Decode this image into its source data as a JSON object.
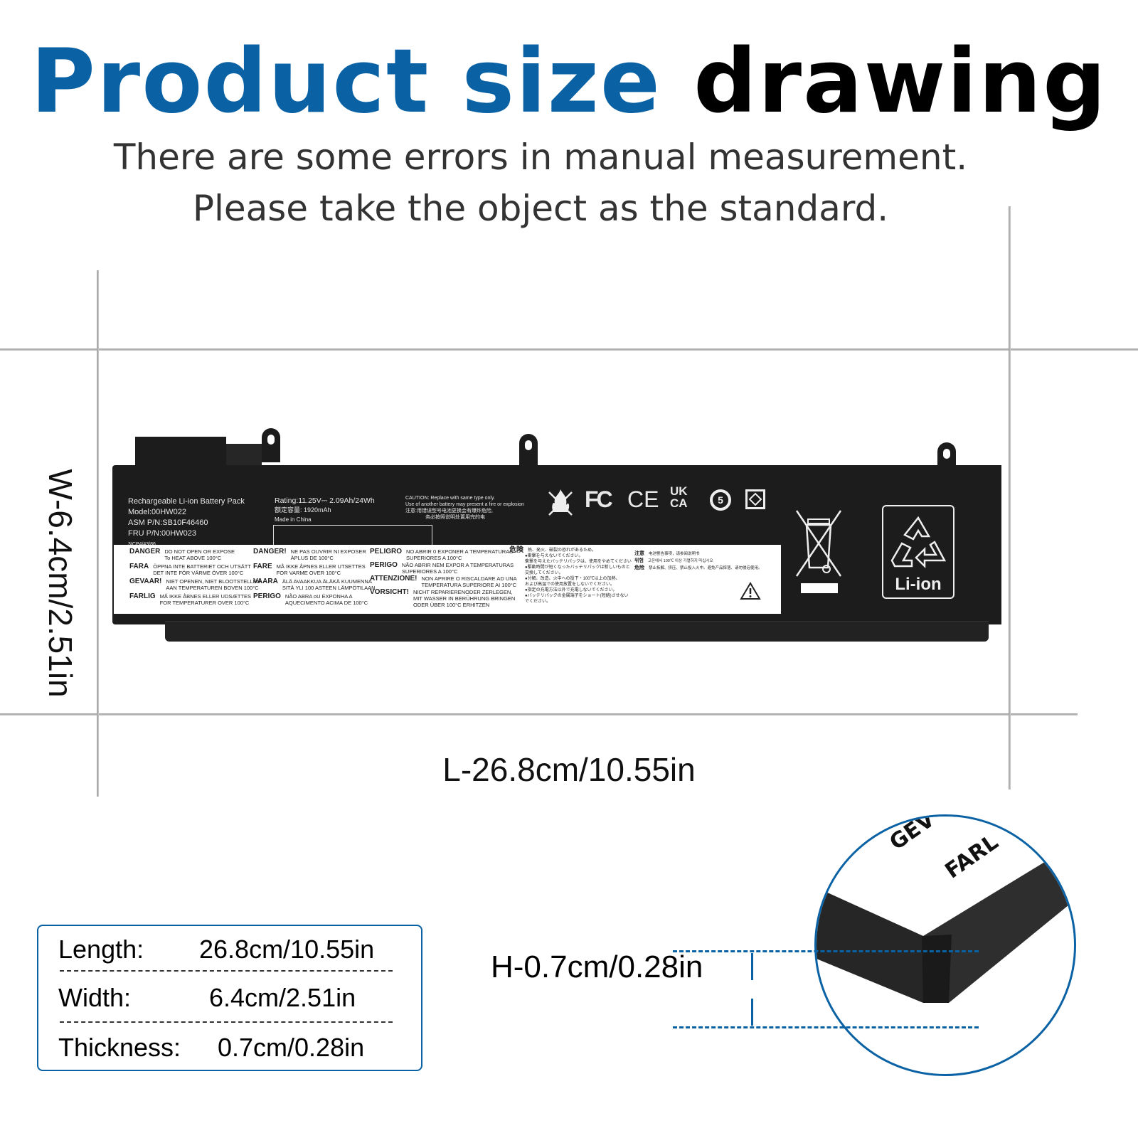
{
  "header": {
    "title_part1": "Product size",
    "title_part2": "drawing",
    "subtitle_line1": "There are some errors in manual measurement.",
    "subtitle_line2": "Please take the object as the standard.",
    "accent_color": "#0a62a5"
  },
  "dimensions": {
    "width_label": "W-6.4cm/2.51in",
    "length_label": "L-26.8cm/10.55in",
    "height_label": "H-0.7cm/0.28in"
  },
  "battery_label": {
    "col1": [
      "Rechargeable Li-ion Battery Pack",
      "Model:00HW022",
      "ASM P/N:SB10F46460",
      "FRU P/N:00HW023",
      "3ICP4/43/86"
    ],
    "col2": [
      "Rating:11.25V⎓ 2.09Ah/24Wh",
      "额定容量: 1920mAh",
      "Made in China"
    ],
    "caution": [
      "CAUTION: Replace with same type only.",
      "Use of another battery may present a fire or explosion",
      "注意:用错误型号电池更换会有爆炸危险,",
      "务必按照说明处置用完的电"
    ],
    "cert_icons": [
      "no-fire-icon",
      "fc-icon",
      "ce-icon",
      "ukca-icon",
      "epup-5-icon",
      "recycle-cn-icon"
    ],
    "cert_text": [
      "FC",
      "CE",
      "UK",
      "CA",
      "5"
    ],
    "li_ion": "Li-ion",
    "warnings": [
      {
        "h": "DANGER",
        "t": [
          "DO NOT OPEN OR EXPOSE",
          "To HEAT ABOVE 100°C"
        ]
      },
      {
        "h": "FARA",
        "t": [
          "ÖPPNA INTE BATTERIET OCH UTSÄTT",
          "DET INTE FÖR VÄRME ÖVER 100°C"
        ]
      },
      {
        "h": "GEVAAR!",
        "t": [
          "NIET OPENEN, NIET BLOOTSTELLEN",
          "AAN TEMPERATUREN BOVEN 100°C"
        ]
      },
      {
        "h": "FARLIG",
        "t": [
          "MÅ IKKE ÅBNES ELLER UDSÆTTES",
          "FOR TEMPERATURER OVER 100°C"
        ]
      },
      {
        "h": "DANGER!",
        "t": [
          "NE PAS OUVRIR NI EXPOSER",
          "ÀPLUS DE 100°C"
        ]
      },
      {
        "h": "FARE",
        "t": [
          "MÅ IKKE ÅPNES ELLER UTSETTES",
          "FOR VARME OVER 100°C"
        ]
      },
      {
        "h": "VAARA",
        "t": [
          "ÄLÄ AVAAKKUA ÄLÄKÄ KUUMENNA",
          "SITÄ YLI 100 ASTEEN LÄMPÖTILAAN"
        ]
      },
      {
        "h": "PERIGO",
        "t": [
          "NÃO ABRA oU EXPONHA A",
          "AQUECIMENTO ACIMA DE 100°C"
        ]
      },
      {
        "h": "PELIGRO",
        "t": [
          "NO ABRIR 0 EXPONER A TEMPERATURAS",
          "SUPERIORES A 100°C"
        ]
      },
      {
        "h": "PERIGO",
        "t": [
          "NÃO ABRIR NEM EXPOR A TEMPERATURAS",
          "SUPERIORES A 100°C"
        ]
      },
      {
        "h": "ATTENZIONE!",
        "t": [
          "NON APRIRE O RISCALDARE AD UNA",
          "TEMPERATURA SUPERIORE AI 100°C"
        ]
      },
      {
        "h": "VORSICHT!",
        "t": [
          "NICHT REPARIERENODER ZERLEGEN,",
          "MIT WASSER IN BERÜHRUNG BRINGEN",
          "ODER ÜBER 100°C ERHITZEN"
        ]
      }
    ],
    "jp_title": "危険",
    "jp_lines": [
      "熱、発火、破裂の恐れがあるため。",
      "●衝撃を与えないでください。",
      "衝撃を与えたバッテリパックは、使用をやめてください",
      "●駆動時間が短くなったバッテリパックは新しいものと",
      "交換してください。",
      "●分解、改造、火中への投下・100℃以上の加熱、",
      "および高温での使用放置をしないでください。",
      "●指定の充電方法以外で充電しないでください。",
      "●バッテリパックの金属端子をショート(短絡)させない",
      "でください。"
    ],
    "cn_lines": [
      [
        "注意",
        "电池警告事项，请参阅说明书"
      ],
      [
        "위험",
        "고온에서 100℃ 이상 가열하지 마십시오"
      ],
      [
        "危险",
        "禁止拆解、挤压、禁止投入火中。避免产品摔落、请勿侵泡使用。"
      ]
    ]
  },
  "spec_table": {
    "rows": [
      {
        "label": "Length:",
        "value": "26.8cm/10.55in"
      },
      {
        "label": "Width:",
        "value": "6.4cm/2.51in"
      },
      {
        "label": "Thickness:",
        "value": "0.7cm/0.28in"
      }
    ]
  },
  "detail_view": {
    "text1": "GEV",
    "text2": "FARL"
  }
}
